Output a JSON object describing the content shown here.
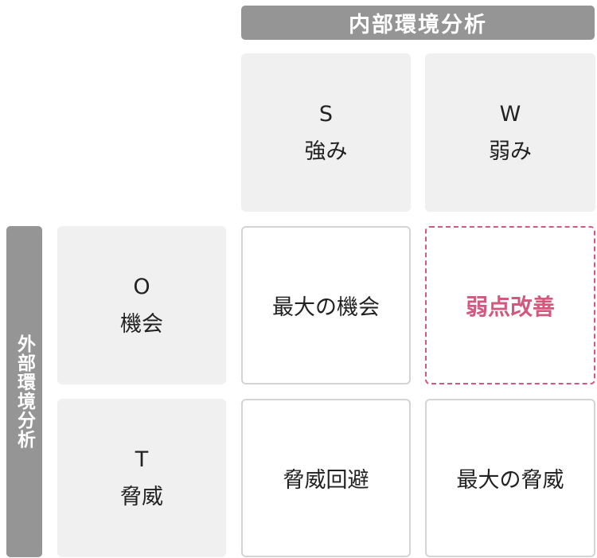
{
  "header": {
    "internal_label": "内部環境分析",
    "external_label": "外部環境分析"
  },
  "columns": [
    {
      "letter": "S",
      "label": "強み"
    },
    {
      "letter": "W",
      "label": "弱み"
    }
  ],
  "rows": [
    {
      "letter": "O",
      "label": "機会"
    },
    {
      "letter": "T",
      "label": "脅威"
    }
  ],
  "cells": {
    "so": "最大の機会",
    "wo": "弱点改善",
    "st": "脅威回避",
    "wt": "最大の脅威"
  },
  "colors": {
    "bar": "#959595",
    "header_cell": "#f0f0f0",
    "cell_border": "#d4d4d4",
    "highlight": "#d2587e"
  }
}
